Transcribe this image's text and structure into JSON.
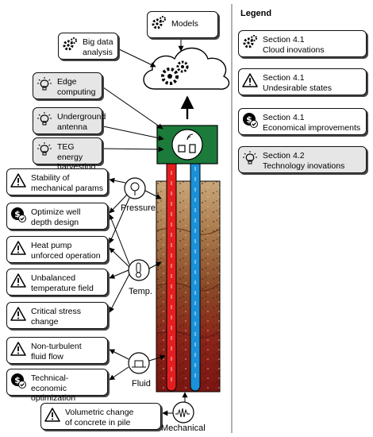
{
  "models": {
    "label": "Models",
    "icon": "gear-icon"
  },
  "bigdata": {
    "label": "Big data\nanalysis",
    "icon": "gear-icon"
  },
  "legend": {
    "title": "Legend",
    "items": [
      {
        "label": "Section 4.1\nCloud inovations",
        "icon": "gear-icon",
        "grey": false
      },
      {
        "label": "Section 4.1\nUndesirable states",
        "icon": "warning-icon",
        "grey": false
      },
      {
        "label": "Section 4.1\nEconomical improvements",
        "icon": "dollar-check-icon",
        "grey": false
      },
      {
        "label": "Section 4.2\nTechnology inovations",
        "icon": "lightbulb-icon",
        "grey": true
      }
    ]
  },
  "tech_items": [
    {
      "label": "Edge\ncomputing",
      "icon": "lightbulb-icon"
    },
    {
      "label": "Underground\nantenna",
      "icon": "lightbulb-icon"
    },
    {
      "label": "TEG energy\nharvesting",
      "icon": "lightbulb-icon"
    }
  ],
  "state_items": [
    {
      "label": "Stability of\nmechanical params",
      "icon": "warning-icon"
    },
    {
      "label": "Optimize well\ndepth design",
      "icon": "dollar-check-icon"
    },
    {
      "label": "Heat pump\nunforced operation",
      "icon": "warning-icon"
    },
    {
      "label": "Unbalanced\ntemperature field",
      "icon": "warning-icon"
    },
    {
      "label": "Critical stress\nchange",
      "icon": "warning-icon"
    },
    {
      "label": "Non-turbulent\nfluid flow",
      "icon": "warning-icon"
    },
    {
      "label": "Technical-economic\noptimization",
      "icon": "dollar-check-icon"
    },
    {
      "label": "Volumetric change\nof concrete in pile",
      "icon": "warning-icon"
    }
  ],
  "sensors": {
    "pressure": "Pressure",
    "temp": "Temp.",
    "fluid": "Fluid",
    "mechanical": "Mechanical"
  },
  "colors": {
    "device": "#1c7a3a",
    "pipe_hot": "#e41e1e",
    "pipe_cold": "#1a90d8",
    "box_grey": "#e6e6e6"
  }
}
